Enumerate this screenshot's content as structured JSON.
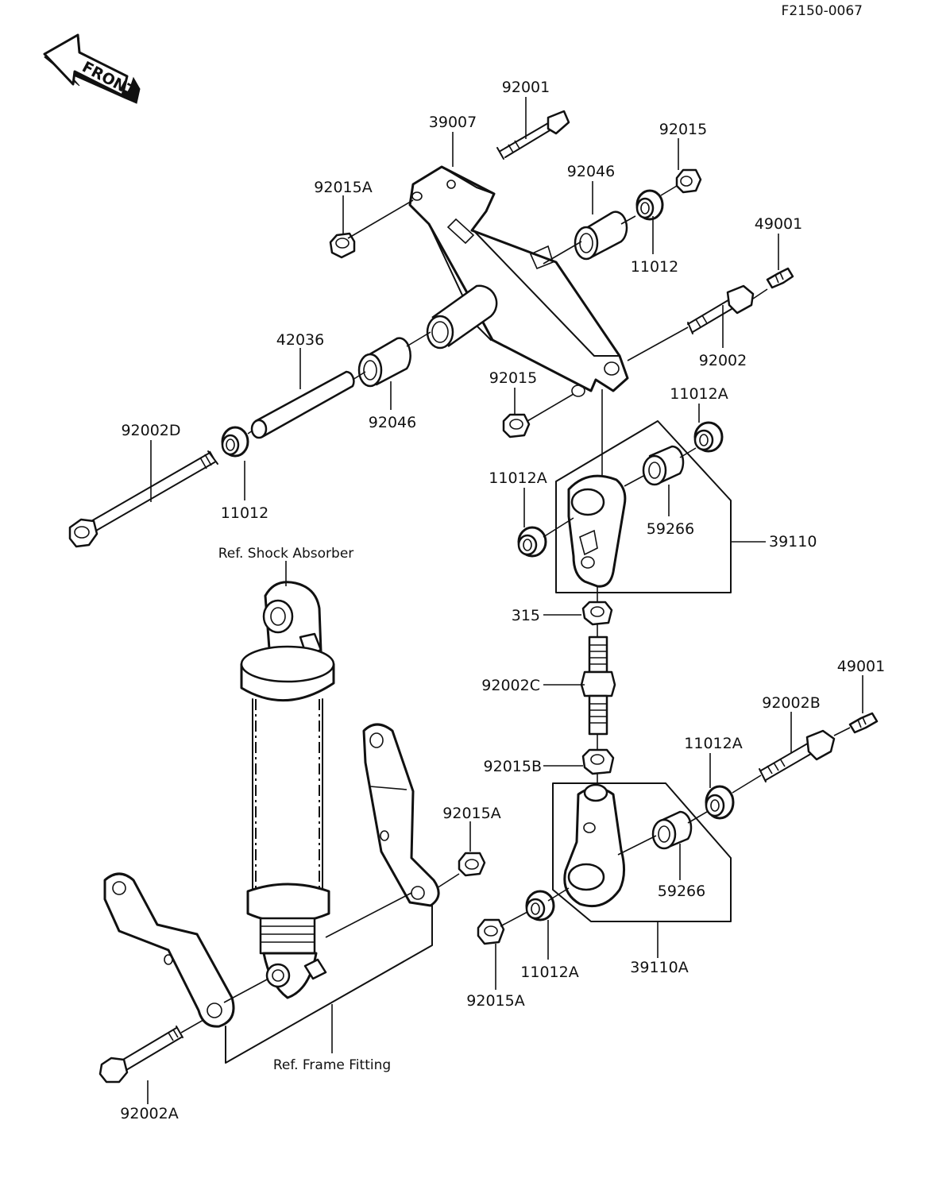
{
  "diagram_code": "F2150-0067",
  "front_label": "FRONT",
  "parts": {
    "p92001": "92001",
    "p39007": "39007",
    "p92015_top": "92015",
    "p92015A_top": "92015A",
    "p92046_top": "92046",
    "p11012_top": "11012",
    "p49001_top": "49001",
    "p92002": "92002",
    "p42036": "42036",
    "p92015_mid": "92015",
    "p92046_mid": "92046",
    "p92002D": "92002D",
    "p11012_left": "11012",
    "p11012A_1": "11012A",
    "p11012A_2": "11012A",
    "p59266_1": "59266",
    "p39110": "39110",
    "p315": "315",
    "p92002C": "92002C",
    "p49001_bot": "49001",
    "p92002B": "92002B",
    "p11012A_3": "11012A",
    "p92015B": "92015B",
    "p92015A_mid": "92015A",
    "p59266_2": "59266",
    "p11012A_4": "11012A",
    "p39110A": "39110A",
    "p92015A_bot": "92015A",
    "p92002A": "92002A"
  },
  "refs": {
    "shock_absorber": "Ref. Shock Absorber",
    "frame_fitting": "Ref. Frame Fitting"
  }
}
